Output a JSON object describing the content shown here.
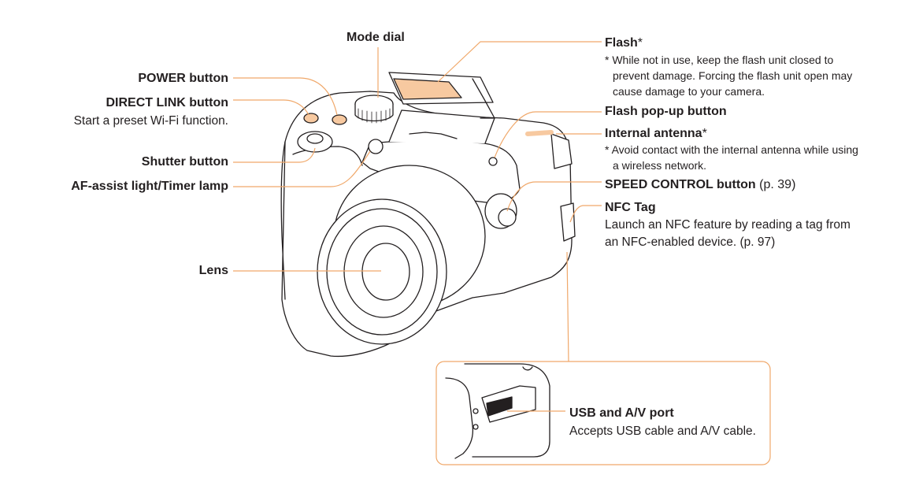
{
  "labels": {
    "mode_dial": "Mode dial",
    "power_button": "POWER button",
    "direct_link_button": "DIRECT LINK button",
    "direct_link_desc": "Start a preset Wi-Fi function.",
    "shutter_button": "Shutter button",
    "af_assist": "AF-assist light/Timer lamp",
    "lens": "Lens",
    "flash": "Flash",
    "flash_star": "*",
    "flash_note_1": "* While not in use, keep the flash unit closed to",
    "flash_note_2": "prevent damage. Forcing the flash unit open may",
    "flash_note_3": "cause damage to your camera.",
    "flash_popup": "Flash pop-up button",
    "internal_antenna": "Internal antenna",
    "antenna_star": "*",
    "antenna_note_1": "* Avoid contact with the internal antenna while using",
    "antenna_note_2": "a wireless network.",
    "speed_control": "SPEED CONTROL button",
    "speed_control_ref": " (p. 39)",
    "nfc_tag": "NFC Tag",
    "nfc_desc_1": "Launch an NFC feature by reading a tag from",
    "nfc_desc_2": "an NFC-enabled device. (p. 97)",
    "usb_port": "USB and A/V port",
    "usb_desc": "Accepts USB cable and A/V cable."
  },
  "colors": {
    "leader": "#f0a86a",
    "outline": "#231f20",
    "highlight": "#f7c9a0",
    "inset_border": "#f0a86a"
  }
}
